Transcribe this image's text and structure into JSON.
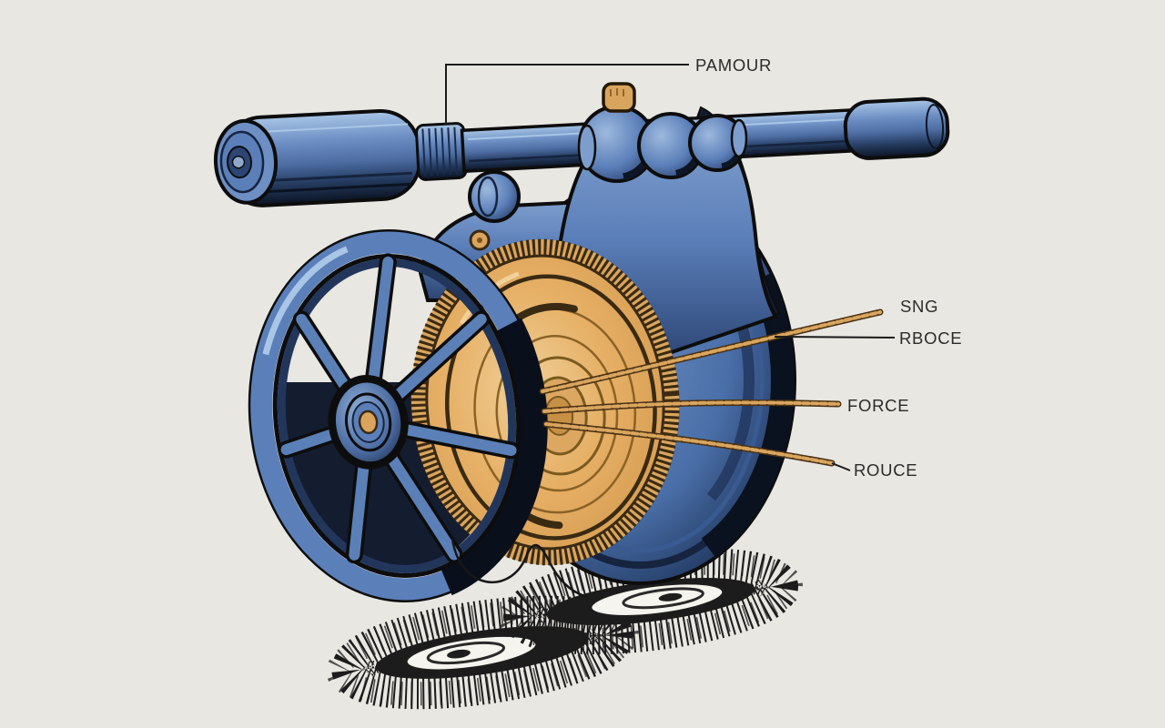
{
  "figure": {
    "description_type": "technical-illustration",
    "background": "#e9e7e2",
    "palette": {
      "machine_blue": "#5b7fb9",
      "machine_blue_light": "#a9c6e6",
      "machine_blue_dark": "#1c2f55",
      "drum_gold": "#dfa757",
      "rope_tan": "#d9a55e",
      "outline_black": "#0d0d0d",
      "label_text": "#2b2b2b",
      "leader_line": "#1a1a1a",
      "shadow_black": "#1c1c1c"
    },
    "labels": {
      "pamour": "PAMOUR",
      "sng": "SNG",
      "rboce": "RBOCE",
      "force": "FORCE",
      "rouce": "ROUCE"
    }
  }
}
